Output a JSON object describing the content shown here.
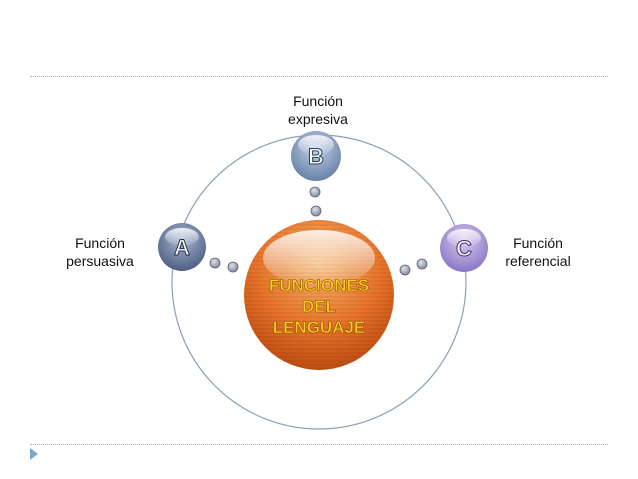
{
  "diagram": {
    "center_title": [
      "FUNCIONES",
      "DEL",
      "LENGUAJE"
    ],
    "nodes": {
      "a": {
        "letter": "A",
        "color": "#5b6e93"
      },
      "b": {
        "letter": "B",
        "color": "#7790b4"
      },
      "c": {
        "letter": "C",
        "color": "#9f8ad3"
      }
    },
    "labels": {
      "top": [
        "Función",
        "expresiva"
      ],
      "left": [
        "Función",
        "persuasiva"
      ],
      "right": [
        "Función",
        "referencial"
      ]
    },
    "colors": {
      "center": "#e0651d",
      "orbit": "#8ea0b5",
      "connector_dot": "#8a8fa0",
      "rule": "#9fb4c8",
      "bullet": "#7fa7c9"
    }
  }
}
